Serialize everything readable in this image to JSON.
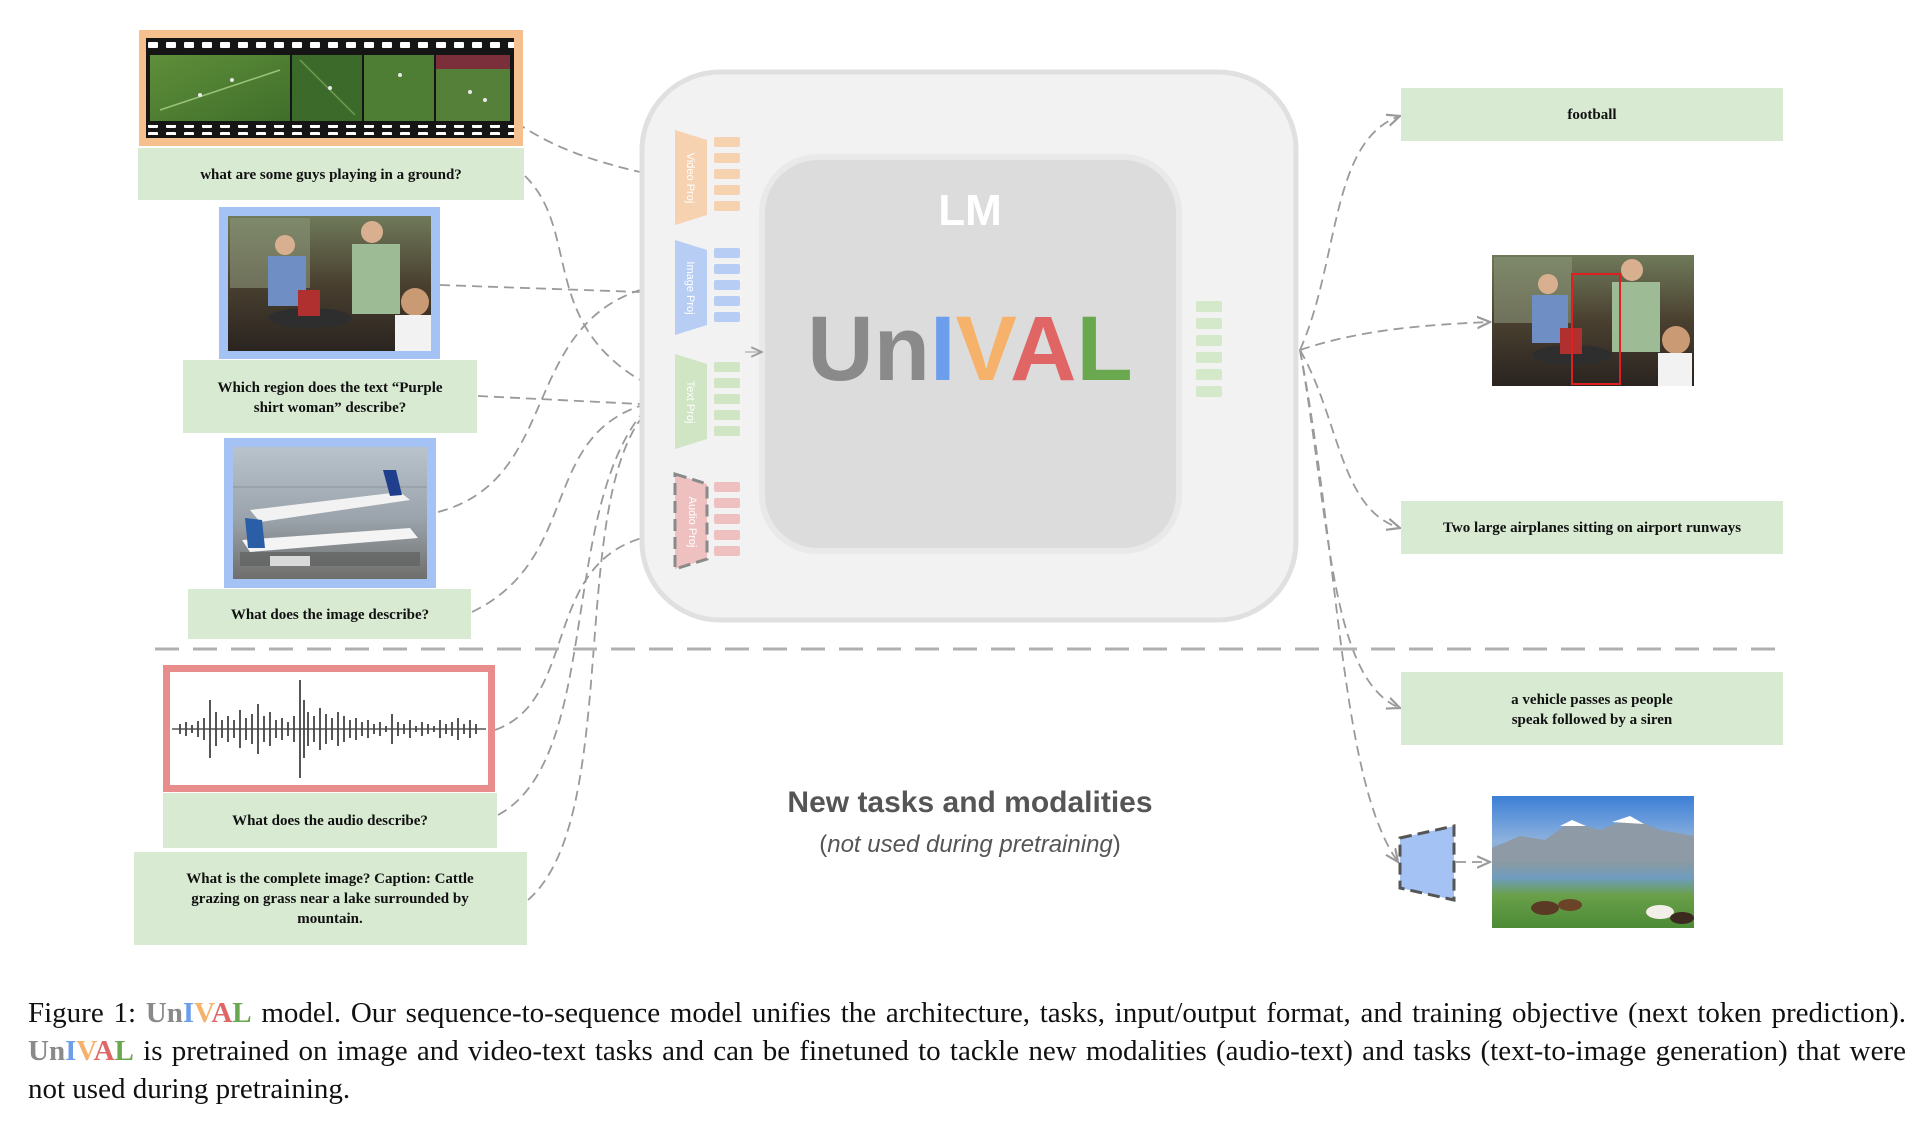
{
  "inputs": {
    "video_question": "what are some guys playing in a ground?",
    "image_region_question_line1": "Which region does the text “Purple",
    "image_region_question_line2": "shirt woman” describe?",
    "image_caption_question": "What does the image describe?",
    "audio_question": "What does the audio describe?",
    "generation_prompt_line1": "What is the complete image? Caption: Cattle",
    "generation_prompt_line2": "grazing on grass near a lake surrounded by",
    "generation_prompt_line3": "mountain."
  },
  "model": {
    "projections": [
      "Video Proj",
      "Image Proj",
      "Text Proj",
      "Audio Proj"
    ],
    "lm_label": "LM",
    "brand_letters": [
      "Un",
      "I",
      "V",
      "A",
      "L"
    ]
  },
  "outputs": {
    "video_answer": "football",
    "caption_answer": "Two large airplanes  sitting on airport runways",
    "audio_answer_line1": "a vehicle passes as people",
    "audio_answer_line2": "speak followed by a siren"
  },
  "new_tasks": {
    "title": "New tasks and modalities",
    "open_paren": "(",
    "subtitle": "not used during pretraining",
    "close_paren": ")"
  },
  "caption": {
    "prefix": "Figure 1: ",
    "brand_letters": [
      "Un",
      "I",
      "V",
      "A",
      "L"
    ],
    "part1": " model. Our sequence-to-sequence model unifies the architecture, tasks, input/output format, and training objective (next token prediction). ",
    "part2": " is pretrained on image and video-text tasks and can be finetuned to tackle new modalities (audio-text) and tasks (text-to-image generation) that were not used during pretraining."
  },
  "colors": {
    "green_box": "#d9ead3",
    "video_frame": "#f6c08e",
    "image_frame": "#a4c2f4",
    "audio_frame": "#e06666",
    "brand_gray": "#8a8a8a",
    "brand_blue": "#6d9eeb",
    "brand_orange": "#f6b26b",
    "brand_red": "#e06666",
    "brand_green": "#6aa84f"
  }
}
